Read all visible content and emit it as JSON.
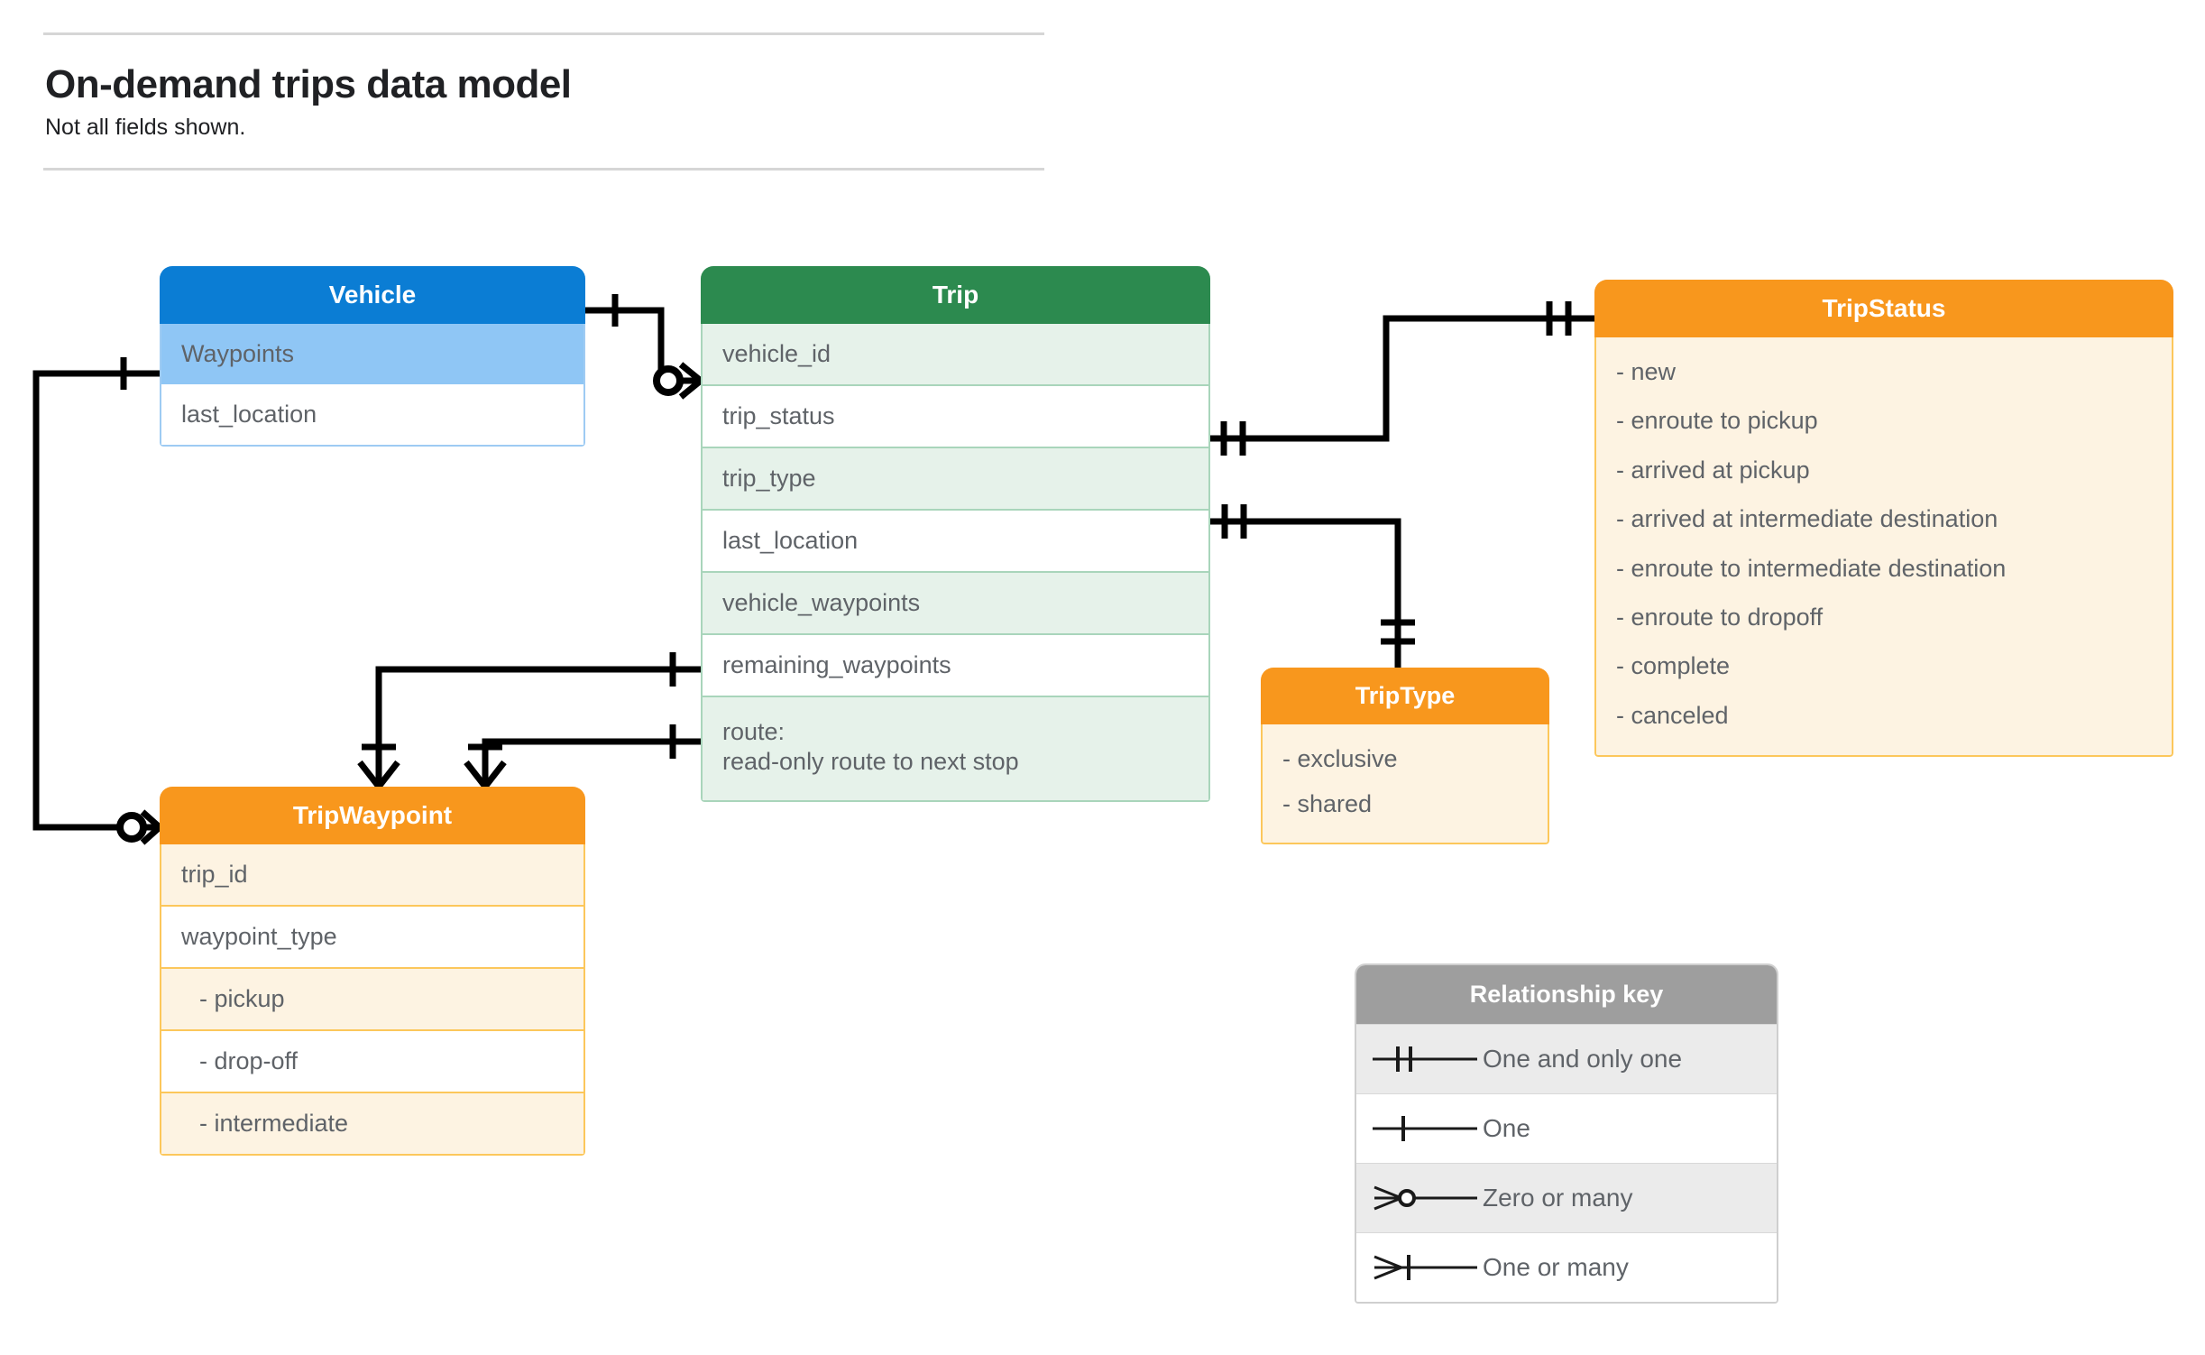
{
  "header": {
    "title": "On-demand trips data model",
    "subtitle": "Not all fields shown."
  },
  "entities": {
    "vehicle": {
      "title": "Vehicle",
      "color": "#0b7dd4",
      "fields": [
        {
          "label": "Waypoints"
        },
        {
          "label": "last_location"
        }
      ]
    },
    "trip": {
      "title": "Trip",
      "color": "#2c8a4f",
      "fields": [
        {
          "label": "vehicle_id"
        },
        {
          "label": "trip_status"
        },
        {
          "label": "trip_type"
        },
        {
          "label": "last_location"
        },
        {
          "label": "vehicle_waypoints"
        },
        {
          "label": "remaining_waypoints"
        },
        {
          "label": "route:",
          "label2": "read-only route to next stop"
        }
      ]
    },
    "trip_status": {
      "title": "TripStatus",
      "color": "#f8971d",
      "values": [
        "- new",
        "- enroute to pickup",
        "- arrived at pickup",
        "- arrived at intermediate destination",
        "- enroute to intermediate destination",
        "- enroute to dropoff",
        "- complete",
        "- canceled"
      ]
    },
    "trip_type": {
      "title": "TripType",
      "color": "#f8971d",
      "values": [
        "- exclusive",
        "- shared"
      ]
    },
    "trip_waypoint": {
      "title": "TripWaypoint",
      "color": "#f8971d",
      "fields": [
        {
          "label": "trip_id"
        },
        {
          "label": "waypoint_type"
        },
        {
          "label": "-  pickup"
        },
        {
          "label": "-  drop-off"
        },
        {
          "label": "-  intermediate"
        }
      ]
    }
  },
  "relationship_key": {
    "title": "Relationship key",
    "rows": [
      {
        "symbol": "one-and-only-one-icon",
        "label": "One and only one"
      },
      {
        "symbol": "one-icon",
        "label": "One"
      },
      {
        "symbol": "zero-or-many-icon",
        "label": "Zero or many"
      },
      {
        "symbol": "one-or-many-icon",
        "label": "One or many"
      }
    ]
  },
  "relationships": [
    {
      "from": "Vehicle",
      "to": "Trip.vehicle_id",
      "from_card": "one-icon",
      "to_card": "zero-or-many-icon"
    },
    {
      "from": "Trip.trip_status",
      "to": "TripStatus",
      "from_card": "one-and-only-one-icon",
      "to_card": "one-and-only-one-icon"
    },
    {
      "from": "Trip.trip_type",
      "to": "TripType",
      "from_card": "one-and-only-one-icon",
      "to_card": "one-and-only-one-icon"
    },
    {
      "from": "Trip.vehicle_waypoints",
      "to": "TripWaypoint",
      "from_card": "one-icon",
      "to_card": "one-or-many-icon"
    },
    {
      "from": "Trip.remaining_waypoints",
      "to": "TripWaypoint",
      "from_card": "one-icon",
      "to_card": "one-or-many-icon"
    },
    {
      "from": "Vehicle.Waypoints",
      "to": "TripWaypoint",
      "from_card": "one-icon",
      "to_card": "zero-or-many-icon"
    }
  ]
}
